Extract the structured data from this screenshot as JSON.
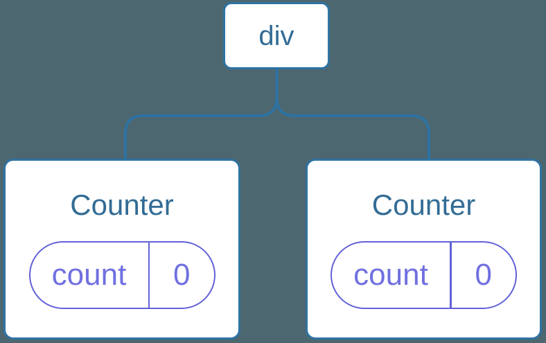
{
  "colors": {
    "background": "#4D6770",
    "line": "#2E72A2",
    "node-bg": "#FFFFFF",
    "node-text": "#336C95",
    "state-accent": "#6161D8",
    "state-text": "#7070E0"
  },
  "tree": {
    "root": {
      "label": "div"
    },
    "children": [
      {
        "name": "Counter",
        "state": {
          "key": "count",
          "value": "0"
        }
      },
      {
        "name": "Counter",
        "state": {
          "key": "count",
          "value": "0"
        }
      }
    ]
  }
}
